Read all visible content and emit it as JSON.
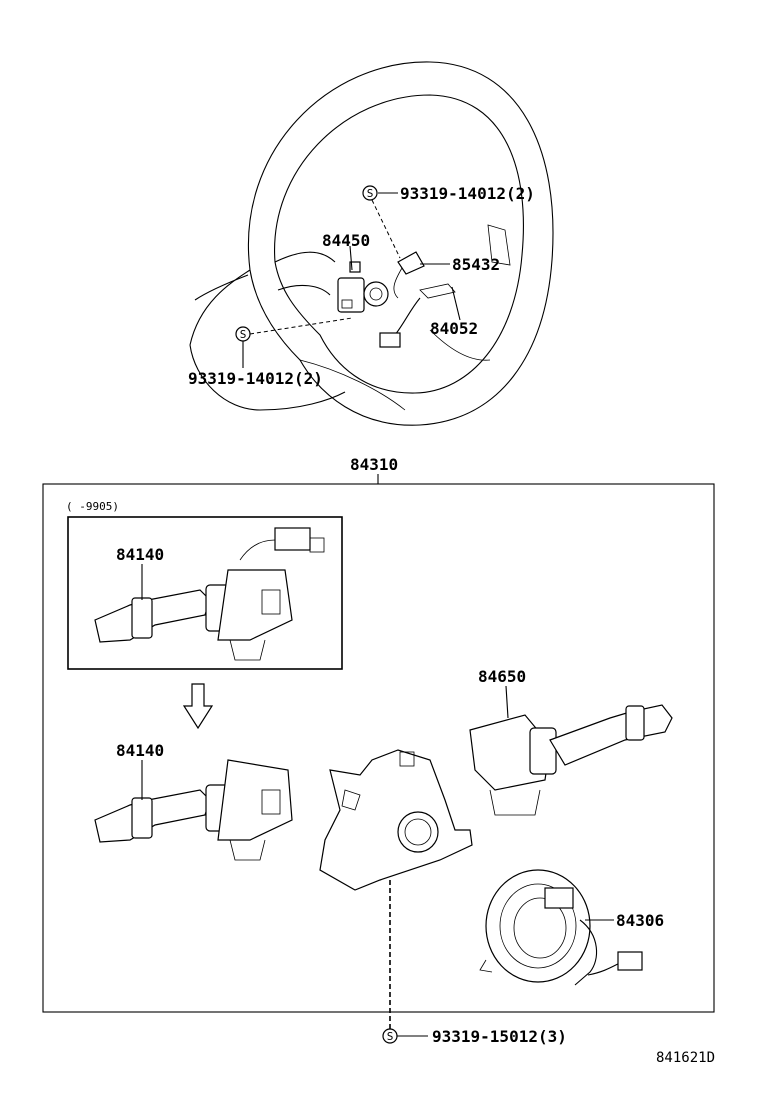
{
  "diagram": {
    "labels": {
      "p84450": "84450",
      "p85432": "85432",
      "p84052": "84052",
      "screw_top": "93319-14012(2)",
      "screw_left": "93319-14012(2)",
      "screw_symbol": "S",
      "p84310": "84310",
      "date_range": "(    -9905)",
      "p84140_old": "84140",
      "p84140_new": "84140",
      "p84650": "84650",
      "p84306": "84306",
      "screw_bottom": "93319-15012(3)",
      "diagram_code": "841621D"
    }
  }
}
